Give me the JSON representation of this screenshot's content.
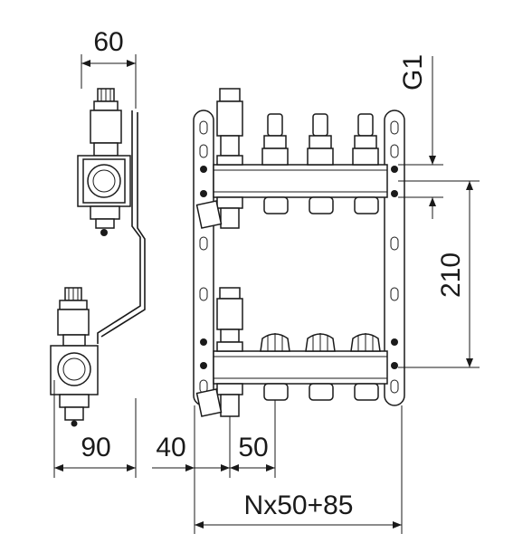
{
  "dimensions": {
    "side_top_width": "60",
    "side_depth": "90",
    "edge_offset": "40",
    "outlet_spacing": "50",
    "total_length": "Nx50+85",
    "thread": "G1",
    "manifold_spacing": "210"
  },
  "colors": {
    "line": "#1a1a1a",
    "background": "#ffffff"
  }
}
